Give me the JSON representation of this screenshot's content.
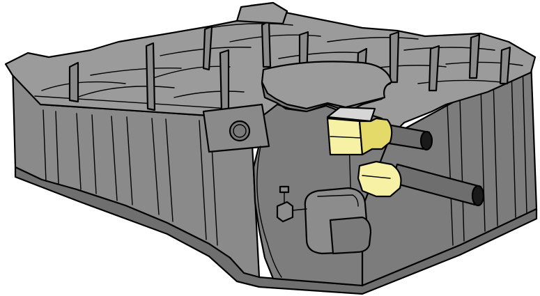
{
  "colors": {
    "background": "#ffffff",
    "tank_body": "#8a8a8a",
    "tank_top": "#9b9b9b",
    "tank_shadow": "#6f6f6f",
    "cutaway_interior": "#7d7d7d",
    "outline": "#000000",
    "insulation_yellow": "#f6f1a4",
    "insulation_shade": "#e3da6a",
    "collar_grey": "#d6d6d6",
    "pipe": "#6e6e6e"
  },
  "components": [
    {
      "name": "tank-body",
      "icon": "rectangular-tank"
    },
    {
      "name": "ribbed-lid",
      "icon": "ribbed-dome-cover"
    },
    {
      "name": "cutaway-section",
      "icon": "cutaway"
    },
    {
      "name": "inlet-pipe-upper",
      "icon": "pipe"
    },
    {
      "name": "inlet-pipe-lower",
      "icon": "pipe"
    },
    {
      "name": "pipe-seal-upper",
      "icon": "yellow-seal"
    },
    {
      "name": "pipe-seal-lower",
      "icon": "yellow-seal"
    },
    {
      "name": "submersible-pump",
      "icon": "pump"
    },
    {
      "name": "float-valve",
      "icon": "valve"
    },
    {
      "name": "side-port",
      "icon": "round-port"
    }
  ]
}
